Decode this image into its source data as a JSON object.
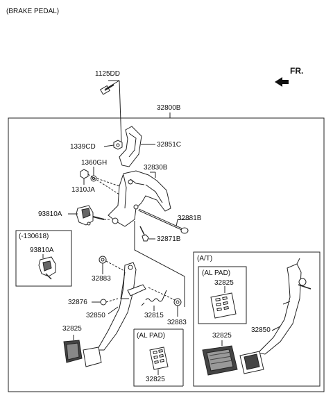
{
  "title": "(BRAKE PEDAL)",
  "direction_label": "FR.",
  "assembly": {
    "label": "32800B"
  },
  "parts": {
    "bolt": "1125DD",
    "nut_1339": "1339CD",
    "bracket_upper": "32851C",
    "nut_1360": "1360GH",
    "bracket_member": "32830B",
    "nut_1310": "1310JA",
    "stop_lamp_switch": "93810A",
    "pin_shaft": "32881B",
    "bolt_32871": "32871B",
    "bushing_left": "32883",
    "clip": "32876",
    "brake_pedal": "32850",
    "spring": "32815",
    "bushing_right": "32883",
    "pedal_pad": "32825"
  },
  "old_switch_box": {
    "label": "(-130618)",
    "part": "93810A"
  },
  "alpad_box_bottom": {
    "label": "(AL PAD)",
    "part": "32825"
  },
  "at_box": {
    "label": "(A/T)",
    "alpad_label": "(AL PAD)",
    "alpad_part": "32825",
    "pedal_pad": "32825",
    "brake_pedal": "32850"
  }
}
